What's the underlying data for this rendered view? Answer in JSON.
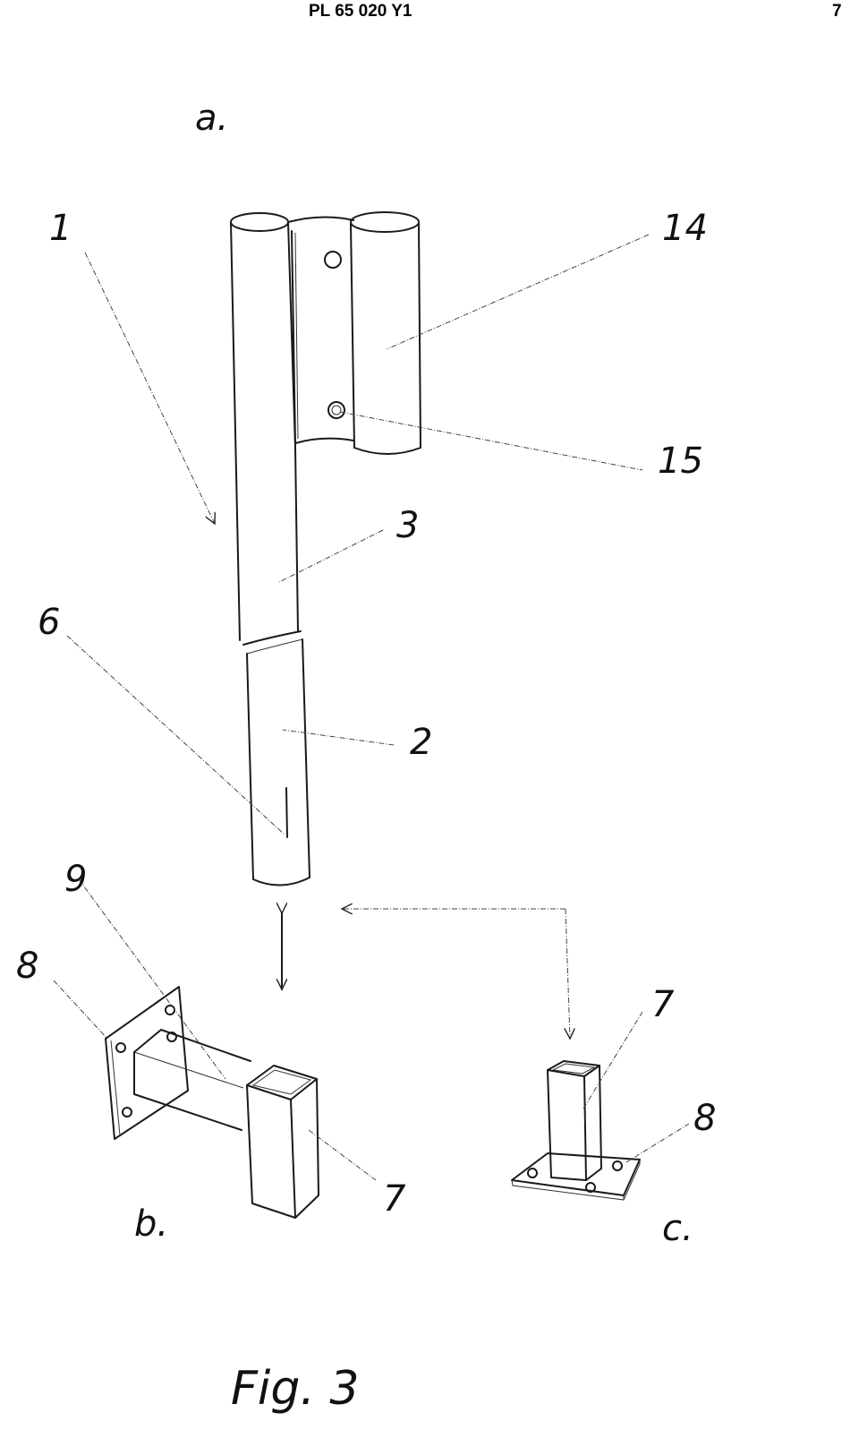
{
  "header": {
    "doc_number": "PL 65 020 Y1",
    "page_number": "7"
  },
  "views": {
    "a": "a.",
    "b": "b.",
    "c": "c."
  },
  "labels": {
    "l1": "1",
    "l14": "14",
    "l15": "15",
    "l3": "3",
    "l6": "6",
    "l2": "2",
    "l9": "9",
    "l8b": "8",
    "l7b": "7",
    "l7c": "7",
    "l8c": "8"
  },
  "caption": "Fig. 3"
}
